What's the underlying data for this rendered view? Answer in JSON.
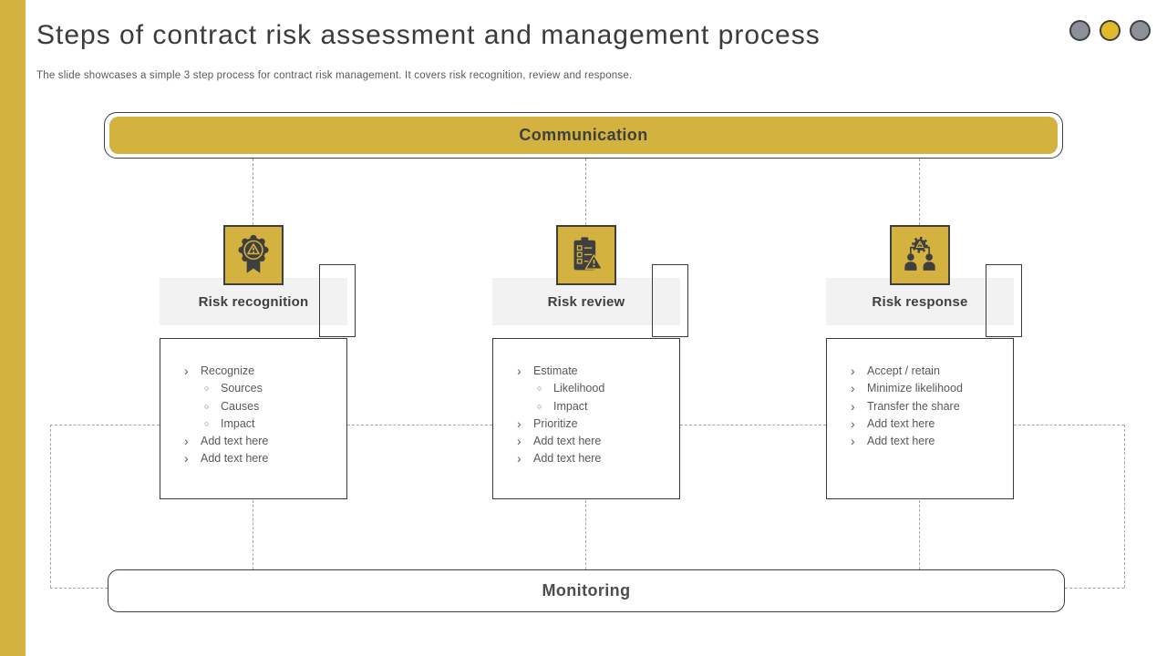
{
  "slide": {
    "title": "Steps of contract risk assessment and management process",
    "subtitle": "The slide showcases a simple 3 step process for contract risk management. It covers risk recognition, review and response.",
    "top_banner": "Communication",
    "bottom_banner": "Monitoring"
  },
  "theme": {
    "accent_yellow": "#D3B240",
    "ink": "#3F3F3F",
    "title_ink": "#3B3B3B",
    "body_ink": "#595959",
    "band_gray": "#F2F2F2",
    "dash_gray": "#A6A6A6",
    "dot_gray": "#8C9199",
    "dot_yellow": "#E2B92D"
  },
  "dots": [
    {
      "name": "slide-nav-dot-gray",
      "color": "#8C9199"
    },
    {
      "name": "slide-nav-dot-yellow",
      "color": "#E2B92D"
    },
    {
      "name": "slide-nav-dot-gray",
      "color": "#8C9199"
    }
  ],
  "bullets": {
    "level1": "›",
    "level2": "○"
  },
  "columns": [
    {
      "icon": "award-warning-icon",
      "title": "Risk recognition",
      "items": [
        {
          "level": 1,
          "text": "Recognize"
        },
        {
          "level": 2,
          "text": "Sources"
        },
        {
          "level": 2,
          "text": "Causes"
        },
        {
          "level": 2,
          "text": "Impact"
        },
        {
          "level": 1,
          "text": "Add text here"
        },
        {
          "level": 1,
          "text": "Add text here"
        }
      ]
    },
    {
      "icon": "checklist-warning-icon",
      "title": "Risk review",
      "items": [
        {
          "level": 1,
          "text": "Estimate"
        },
        {
          "level": 2,
          "text": "Likelihood"
        },
        {
          "level": 2,
          "text": "Impact"
        },
        {
          "level": 1,
          "text": "Prioritize"
        },
        {
          "level": 1,
          "text": "Add text here"
        },
        {
          "level": 1,
          "text": "Add text here"
        }
      ]
    },
    {
      "icon": "team-gear-warning-icon",
      "title": "Risk response",
      "items": [
        {
          "level": 1,
          "text": "Accept / retain"
        },
        {
          "level": 1,
          "text": "Minimize likelihood"
        },
        {
          "level": 1,
          "text": "Transfer the share"
        },
        {
          "level": 1,
          "text": "Add text here"
        },
        {
          "level": 1,
          "text": "Add text here"
        }
      ]
    }
  ]
}
